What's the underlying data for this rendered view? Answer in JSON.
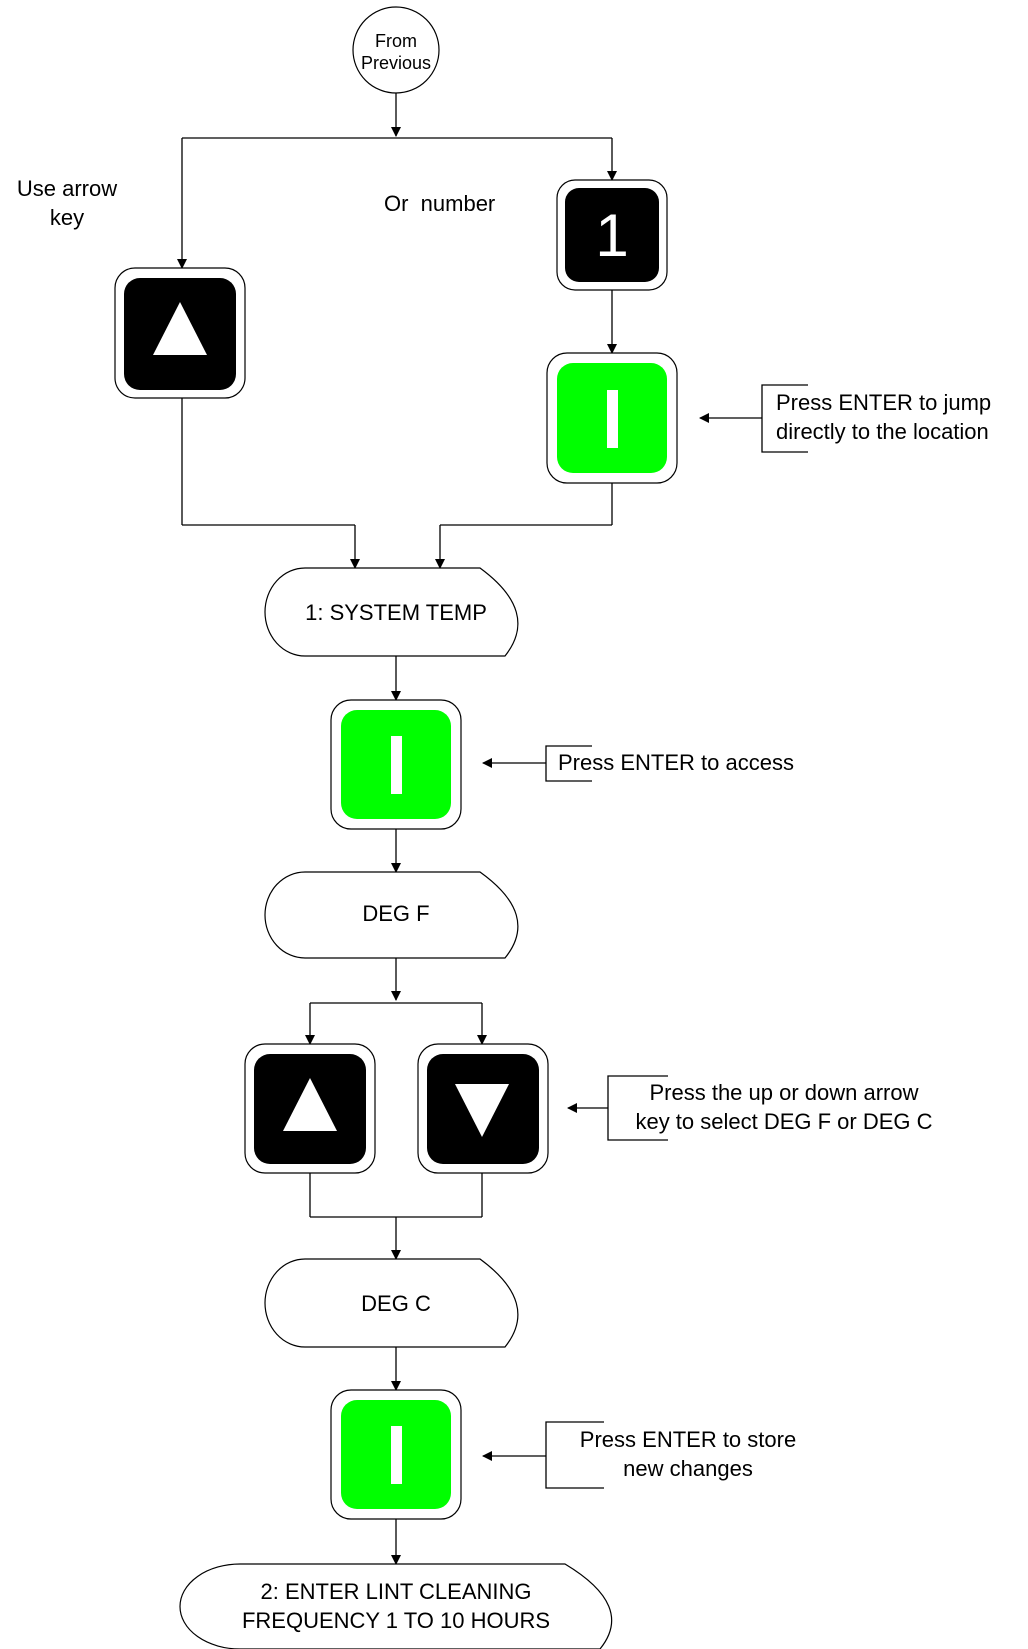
{
  "start": {
    "line1": "From",
    "line2": "Previous"
  },
  "left_label": {
    "line1": "Use arrow",
    "line2": "key"
  },
  "middle_label": "Or  number",
  "number_key": {
    "label": "1"
  },
  "annotations": {
    "jump": {
      "line1": "Press ENTER to jump",
      "line2": "directly to the location"
    },
    "access": {
      "line1": "Press ENTER to access"
    },
    "select": {
      "line1": "Press the up or down arrow",
      "line2": "key to select DEG F or DEG C"
    },
    "store": {
      "line1": "Press ENTER to store",
      "line2": "new changes"
    }
  },
  "displays": {
    "system_temp": "1: SYSTEM TEMP",
    "deg_f": "DEG F",
    "deg_c": "DEG C",
    "lint": {
      "line1": "2: ENTER LINT CLEANING",
      "line2": "FREQUENCY 1 TO 10 HOURS"
    }
  },
  "colors": {
    "enter_key": "#00ff00",
    "arrow_key": "#000000",
    "key_symbol": "#ffffff"
  },
  "icons": {
    "up_arrow": "up-arrow-key-icon",
    "down_arrow": "down-arrow-key-icon",
    "enter": "enter-key-icon",
    "number": "number-1-key-icon"
  }
}
